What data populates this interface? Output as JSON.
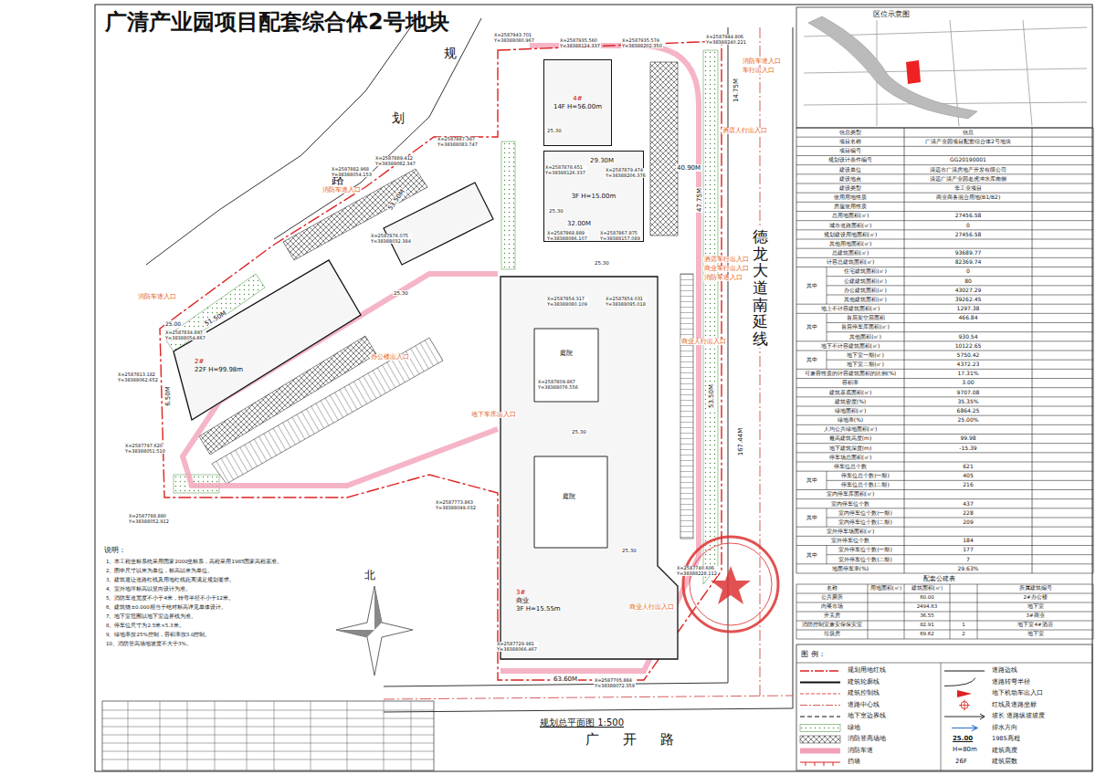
{
  "diagram": {
    "title": "广清产业园项目配套综合体2号地块",
    "nodes": [
      {
        "text": [
          "4#",
          "14F H=56.00m"
        ]
      },
      {
        "text": [
          "3F H=15.00m"
        ]
      },
      {
        "text": [
          "2#",
          "22F H=99.98m"
        ]
      },
      {
        "text": [
          "3#",
          "商业",
          "3F H=15.55m"
        ]
      }
    ],
    "labels": [
      "区位示意图",
      "规",
      "划",
      "路",
      "德龙大道南延线",
      "广开路",
      "规划总平面图 1:500",
      "北",
      "说明：",
      "1、本工程坐标系统采用国家2000坐标系，高程采用1985国家高程基准。",
      "2、图中尺寸以米为单位，标高以米为单位。",
      "3、建筑退让道路红线及用地红线距离满足规划要求。",
      "4、室外地坪标高以竖向设计为准。",
      "5、消防车道宽度不小于4米，转弯半径不小于12米。",
      "6、建筑物±0.000相当于绝对标高详见单体设计。",
      "7、地下室范围以地下室边界线为准。",
      "8、停车位尺寸为2.5米×5.3米。",
      "9、绿地率按25%控制，容积率按3.0控制。",
      "10、消防登高场地坡度不大于3%。",
      "X=2587943.701 Y=38388080.967",
      "X=2587935.560 Y=38388124.337",
      "X=2587935.574 Y=38388202.350",
      "X=2587944.806 Y=38388240.221",
      "X=2587887.387 Y=38388083.747",
      "X=2587889.412 Y=38388082.347",
      "X=2587882.968 Y=38388054.153",
      "X=2587878.651 Y=38388126.337",
      "X=2587879.474 Y=38388206.376",
      "X=2587868.889 Y=38388086.107",
      "X=2587867.875 Y=38388157.089",
      "X=2587854.317 Y=38388080.109",
      "X=2587854.031 Y=38388095.018",
      "X=2587876.075 Y=38388032.384",
      "X=2587834.897 Y=38388054.867",
      "X=2587813.182 Y=38388062.652",
      "X=2587809.867 Y=38388076.556",
      "X=2587797.620 Y=38388051.510",
      "X=2587773.863 Y=38388049.032",
      "X=2587788.880 Y=38388052.912",
      "X=2587729.981 Y=38388066.467",
      "X=2587705.884 Y=38388072.359",
      "X=2587740.606 Y=38388228.112",
      "消防车道入口",
      "车行出入口",
      "酒店人行出入口",
      "消防车道入口",
      "酒店车行出入口",
      "商业车行出入口",
      "消防车道入口",
      "办公楼出入口",
      "商业人行出入口",
      "地下车库出入口",
      "商业人行出入口",
      "消防车道入口",
      "29.30M",
      "40.90M",
      "32.00M",
      "14.75M",
      "47.75M",
      "167.44M",
      "53.50M",
      "63.60M",
      "53.50M",
      "51.50M",
      "6.50M",
      "25.30",
      "25.30",
      "25.30",
      "25.30",
      "25.30",
      "25.30",
      "25.00",
      "庭院",
      "庭院",
      "图 例：",
      "配套公建表",
      "25.00",
      "H=80m",
      "26F",
      "信息类型",
      "信息",
      "项目名称",
      "广清产业园项目配套综合体2号地块",
      "项目编号",
      "规划设计条件编号",
      "GG20190001",
      "建设单位",
      "清远市广清房地产开发有限公司",
      "建设地点",
      "清远广清产业园老虎冲水库南侧",
      "建设类型",
      "非工业项目",
      "使用用地性质",
      "商业商务混合用地(B1/B2)",
      "房屋使用性质",
      "总用地面积(㎡)",
      "27456.58",
      "城市道路面积(㎡)",
      "0",
      "规划建设用地面积(㎡)",
      "27456.58",
      "其他用地面积(㎡)",
      "总建筑面积(㎡)",
      "93689.77",
      "计容总建筑面积(㎡)",
      "82369.74",
      "其中",
      "住宅建筑面积(㎡)",
      "0",
      "公建建筑面积(㎡)",
      "80",
      "办公建筑面积(㎡)",
      "43027.29",
      "其他建筑面积(㎡)",
      "39262.45",
      "地上不计容建筑面积(㎡)",
      "1297.38",
      "其中",
      "首层架空层面积",
      "466.84",
      "首层停车库面积(㎡)",
      "其他面积(㎡)",
      "930.54",
      "地下不计容建筑面积(㎡)",
      "10122.65",
      "其中",
      "地下室一期(㎡)",
      "5750.42",
      "地下室二期(㎡)",
      "4372.23",
      "可兼容性质的计容建筑面积的比例(%)",
      "17.31%",
      "容积率",
      "3.00",
      "建筑基底面积(㎡)",
      "9707.08",
      "建筑密度(%)",
      "35.35%",
      "绿地面积(㎡)",
      "6864.25",
      "绿地率(%)",
      "25.00%",
      "人均公共绿地面积(㎡)",
      "最高建筑高度(m)",
      "99.98",
      "地下建筑深度(m)",
      "-15.39",
      "停车场总面积(㎡)",
      "停车位总个数",
      "621",
      "其中",
      "停车位总个数(一期)",
      "405",
      "停车位总个数(二期)",
      "216",
      "室内停车库面积(㎡)",
      "室内停车位个数",
      "437",
      "其中",
      "室内停车位个数(一期)",
      "228",
      "室内停车位个数(二期)",
      "209",
      "室外停车场面积(㎡)",
      "室外停车位个数",
      "184",
      "其中",
      "室外停车位个数(一期)",
      "177",
      "室外停车位个数(二期)",
      "7",
      "地面停车率(%)",
      "29.63%",
      "名称",
      "用地面积(㎡)",
      "建筑面积(㎡)",
      "所属建筑编号",
      "公共厕所",
      "60.00",
      "2#办公楼",
      "肉菜市场",
      "2494.63",
      "地下室",
      "开关房",
      "36.55",
      "3#商业",
      "消防控制室兼安保保安室",
      "82.91",
      "1",
      "地下室4#酒店",
      "垃圾房",
      "69.62",
      "2",
      "地下室"
    ],
    "legend": [
      {
        "text": "规划用地红线"
      },
      {
        "text": "建筑轮廓线"
      },
      {
        "text": "建筑控制线"
      },
      {
        "text": "道路中心线"
      },
      {
        "text": "地下室边界线"
      },
      {
        "text": "绿地"
      },
      {
        "text": "消防登高场地"
      },
      {
        "text": "消防车道"
      },
      {
        "text": "挡墙"
      },
      {
        "text": "道路边线"
      },
      {
        "text": "道路转弯半径"
      },
      {
        "text": "地下机动车出入口"
      },
      {
        "text": "红线及道路坐标"
      },
      {
        "text": "坡长 道路纵坡坡度"
      },
      {
        "text": "排水方向"
      },
      {
        "text": "1985高程"
      },
      {
        "text": "建筑高度"
      },
      {
        "text": "建筑层数"
      }
    ]
  }
}
